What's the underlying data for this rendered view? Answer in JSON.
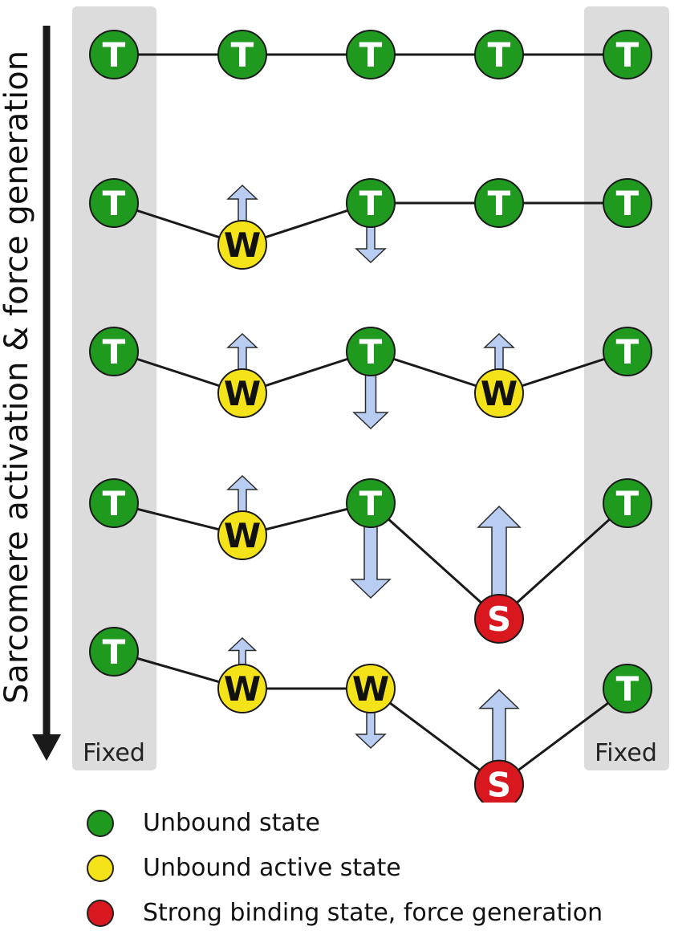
{
  "axis_label": "Sarcomere activation & force generation",
  "fixed_labels": [
    "Fixed",
    "Fixed"
  ],
  "colors": {
    "T": "#1f9a1f",
    "W": "#f5e31a",
    "S": "#d8181e",
    "fixed_band": "#dcdcdc",
    "arrow_fill": "#b9cdf2",
    "arrow_stroke": "#2b2b2b"
  },
  "letter_colors": {
    "T": "#ffffff",
    "W": "#111111",
    "S": "#ffffff"
  },
  "rows": [
    {
      "states": [
        "T",
        "T",
        "T",
        "T",
        "T"
      ],
      "displacement": [
        0,
        0,
        0,
        0,
        0
      ],
      "forces": [
        0,
        0,
        0,
        0,
        0
      ]
    },
    {
      "states": [
        "T",
        "W",
        "T",
        "T",
        "T"
      ],
      "displacement": [
        0,
        1,
        0,
        0,
        0
      ],
      "forces": [
        0,
        1,
        -1,
        0,
        0
      ]
    },
    {
      "states": [
        "T",
        "W",
        "T",
        "W",
        "T"
      ],
      "displacement": [
        0,
        1,
        0,
        1,
        0
      ],
      "forces": [
        0,
        1,
        -2,
        1,
        0
      ]
    },
    {
      "states": [
        "T",
        "W",
        "T",
        "S",
        "T"
      ],
      "displacement": [
        0,
        1,
        0,
        3,
        0
      ],
      "forces": [
        0,
        1,
        -3,
        4,
        0
      ]
    },
    {
      "states": [
        "T",
        "W",
        "W",
        "S",
        "T"
      ],
      "displacement": [
        0,
        1,
        1,
        3,
        1
      ],
      "forces": [
        0,
        0.5,
        -1,
        3,
        0
      ]
    }
  ],
  "legend": [
    {
      "state": "T",
      "label": "Unbound state",
      "color": "#1f9a1f"
    },
    {
      "state": "W",
      "label": "Unbound active state",
      "color": "#f5e31a"
    },
    {
      "state": "S",
      "label": "Strong binding state, force generation",
      "color": "#d8181e"
    }
  ]
}
